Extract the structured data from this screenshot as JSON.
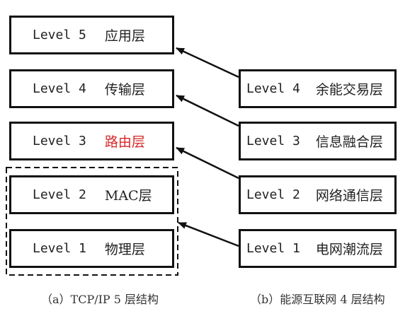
{
  "colors": {
    "border": "#111111",
    "text": "#222222",
    "highlight": "#d62828",
    "caption": "#333333"
  },
  "tcpip": {
    "caption": "（a）TCP/IP 5 层结构",
    "layers": [
      {
        "level": "Level 5",
        "name": "应用层"
      },
      {
        "level": "Level 4",
        "name": "传输层"
      },
      {
        "level": "Level 3",
        "name": "路由层"
      },
      {
        "level": "Level 2",
        "name": "MAC层"
      },
      {
        "level": "Level 1",
        "name": "物理层"
      }
    ]
  },
  "energy": {
    "caption": "（b）能源互联网 4 层结构",
    "layers": [
      {
        "level": "Level 4",
        "name": "余能交易层"
      },
      {
        "level": "Level 3",
        "name": "信息融合层"
      },
      {
        "level": "Level 2",
        "name": "网络通信层"
      },
      {
        "level": "Level 1",
        "name": "电网潮流层"
      }
    ]
  }
}
